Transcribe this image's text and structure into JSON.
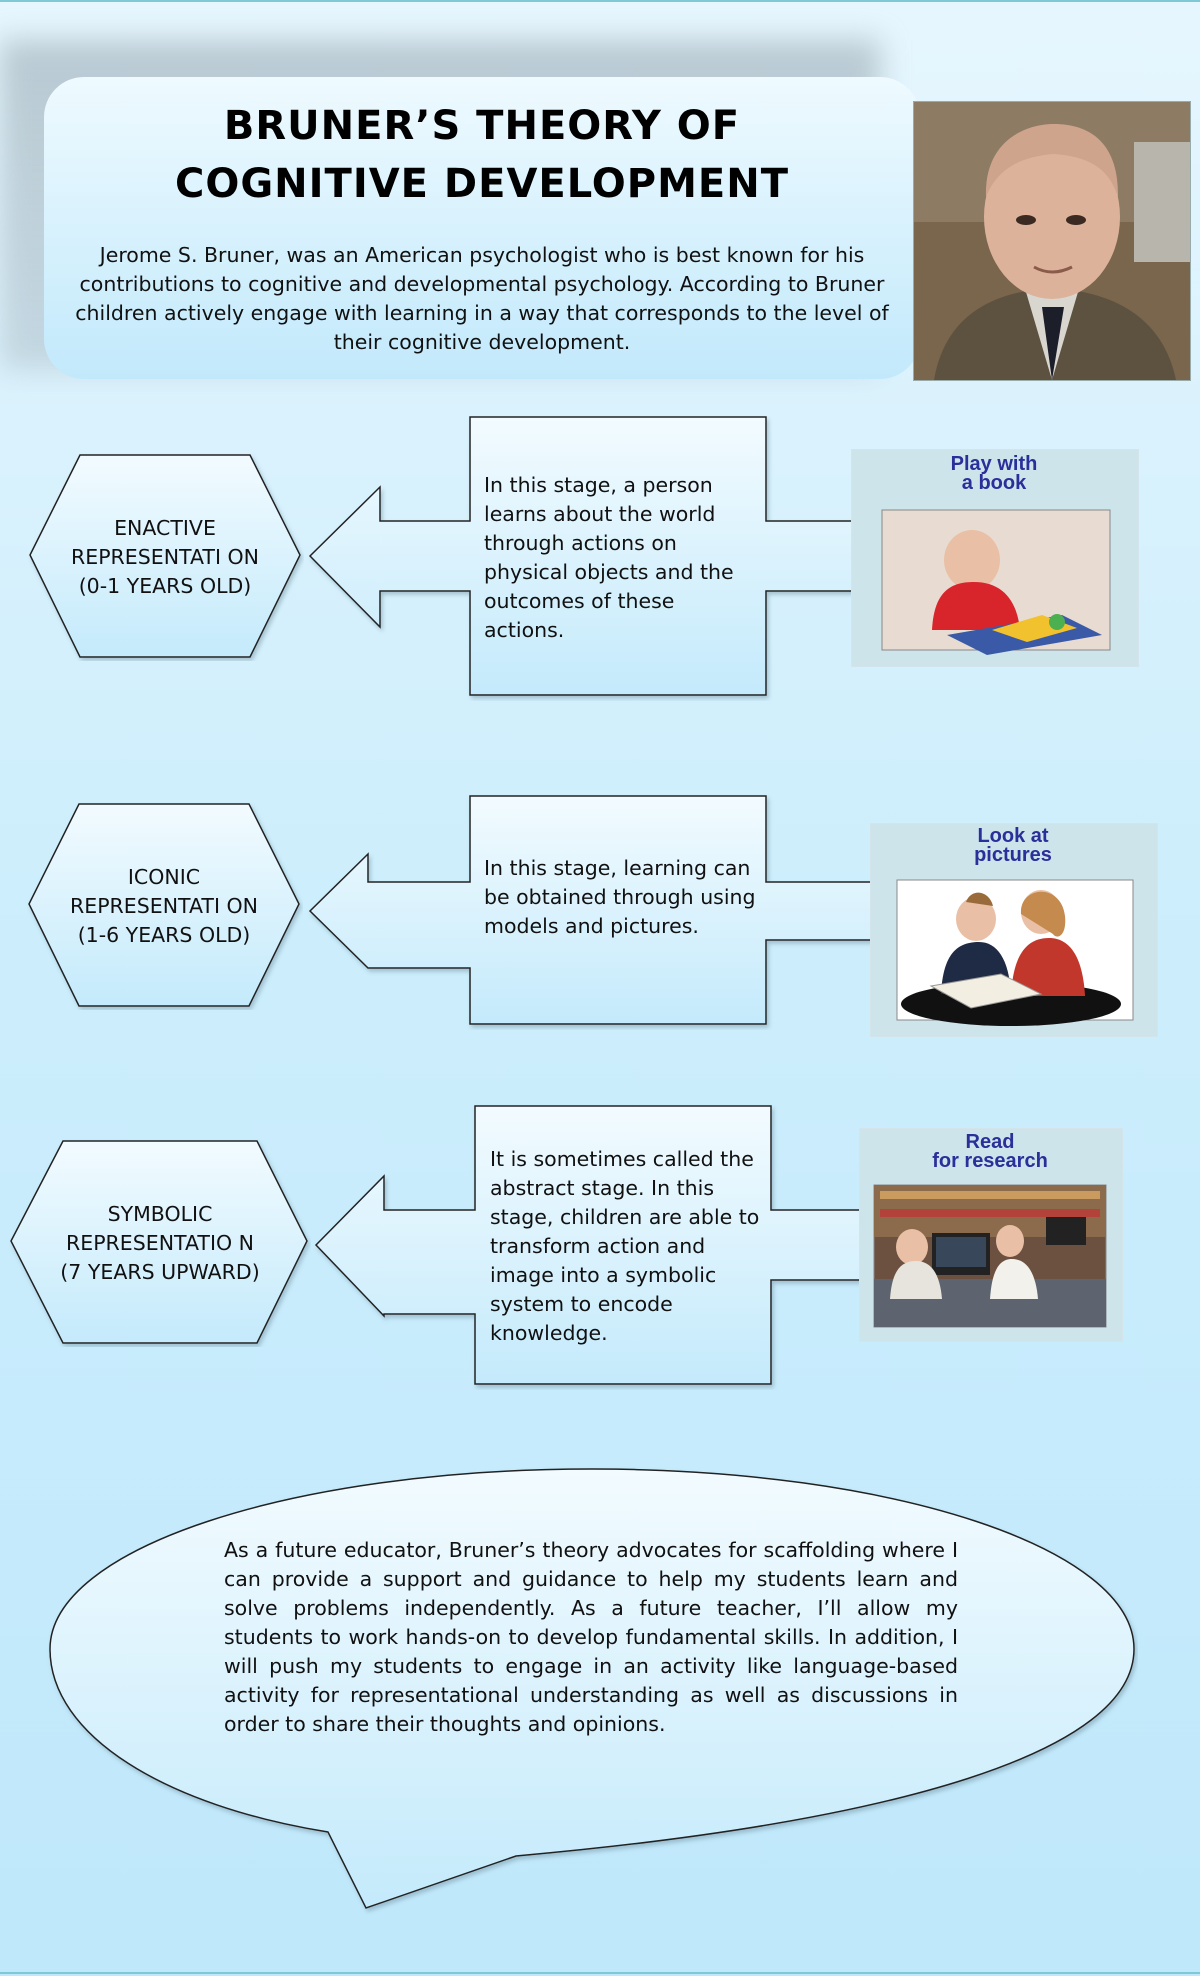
{
  "header": {
    "title_line1": "BRUNER’S THEORY OF",
    "title_line2": "COGNITIVE DEVELOPMENT",
    "intro": "Jerome S. Bruner, was an American psychologist who is best known for his contributions to cognitive and developmental psychology. According to Bruner children actively engage with learning in a way that corresponds to the level of their cognitive development."
  },
  "stages": [
    {
      "name": "ENACTIVE REPRESENTATI ON (0-1 YEARS OLD)",
      "description": "In this stage, a person learns about the world through actions on physical objects and the outcomes of these actions.",
      "card_title_line1": "Play with",
      "card_title_line2": "a book"
    },
    {
      "name": "ICONIC REPRESENTATI ON (1-6 YEARS OLD)",
      "description": "In this stage, learning can be obtained through using models and pictures.",
      "card_title_line1": "Look at",
      "card_title_line2": "pictures"
    },
    {
      "name": "SYMBOLIC REPRESENTATIO N (7 YEARS UPWARD)",
      "description": "It is sometimes called the abstract stage. In this stage, children are able to transform action and image into a symbolic system to encode knowledge.",
      "card_title_line1": "Read",
      "card_title_line2": "for research"
    }
  ],
  "reflection": "As a future educator, Bruner’s theory advocates for scaffolding where I can provide a support and guidance to help my students learn and solve problems independently. As a future teacher, I’ll allow my students to work hands-on to develop fundamental skills. In addition, I will push my students to engage in an activity like language-based activity for representational understanding as well as discussions in order to share their thoughts and opinions.",
  "colors": {
    "shape_fill_top": "#f2fbff",
    "shape_fill_bottom": "#c4eafb",
    "card_title": "#2a2f9a",
    "background_bottom": "#bfe8fb"
  }
}
